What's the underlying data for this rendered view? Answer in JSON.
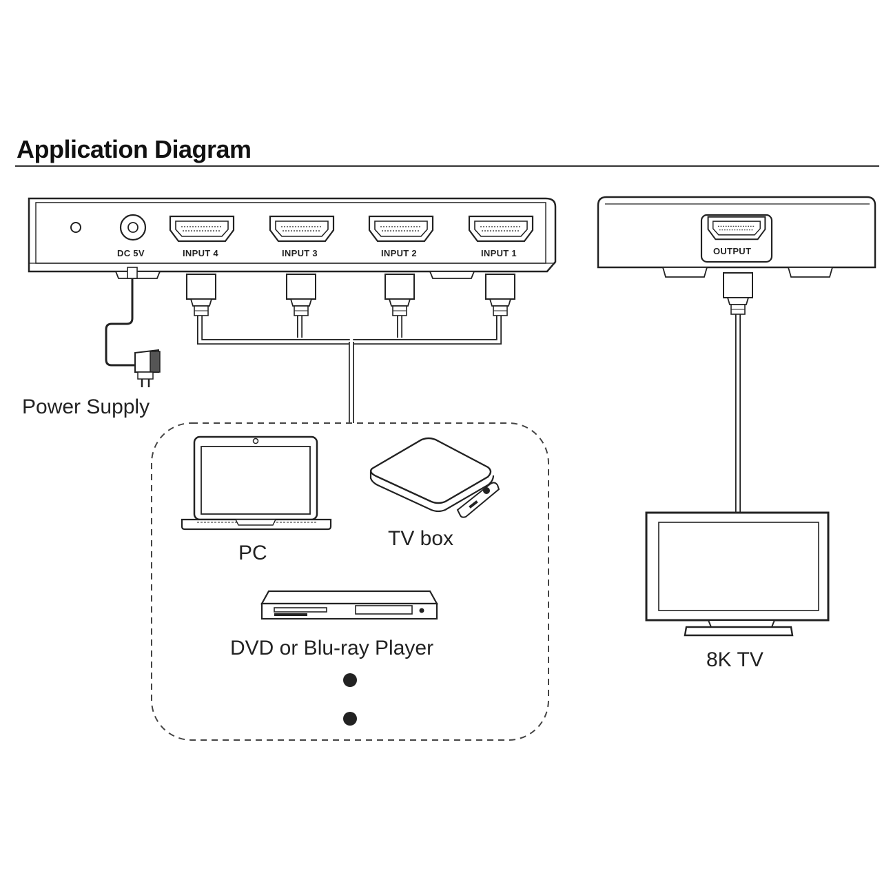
{
  "title": "Application Diagram",
  "switch": {
    "ports": {
      "dc": "DC 5V",
      "input4": "INPUT 4",
      "input3": "INPUT 3",
      "input2": "INPUT 2",
      "input1": "INPUT 1"
    }
  },
  "output_box": {
    "port": "OUTPUT"
  },
  "power_supply": "Power Supply",
  "sources": {
    "pc": "PC",
    "tv_box": "TV box",
    "player": "DVD or Blu-ray Player"
  },
  "display": "8K TV",
  "colors": {
    "line": "#222222",
    "cable_fill": "#ffffff",
    "background": "#ffffff"
  }
}
